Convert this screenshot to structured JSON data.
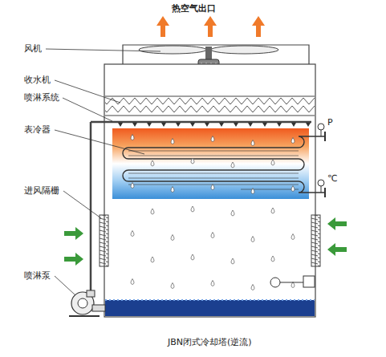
{
  "diagram": {
    "caption": "JBN闭式冷却塔(逆流)",
    "labels": [
      "热空气出口",
      "风机",
      "收水机",
      "喷淋系统",
      "表冷器",
      "进风隔栅",
      "喷淋泵",
      "P",
      "℃"
    ]
  }
}
